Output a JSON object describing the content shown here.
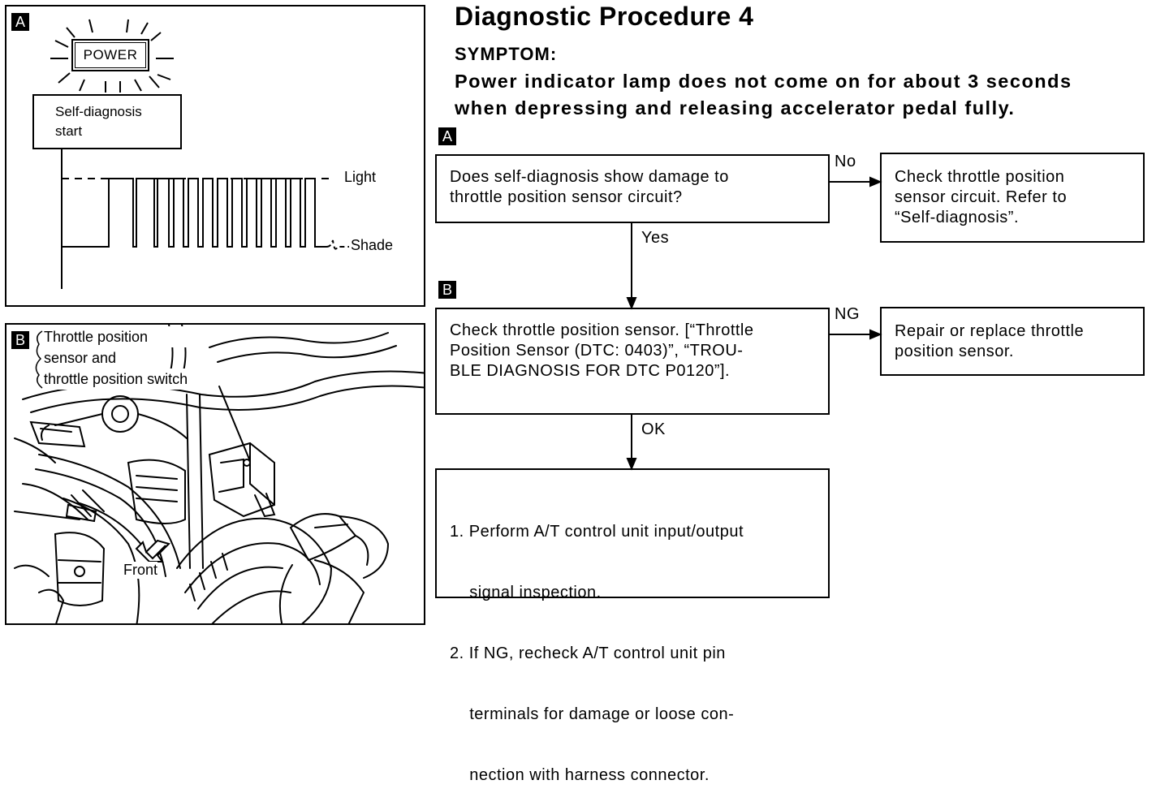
{
  "title": "Diagnostic Procedure 4",
  "symptom": {
    "heading": "SYMPTOM:",
    "lines": [
      "Power indicator lamp does not come on for about 3 seconds",
      "when depressing and releasing accelerator pedal fully."
    ]
  },
  "figure_a": {
    "tag": "A",
    "power_label": "POWER",
    "start_label": [
      "Self-diagnosis",
      "start"
    ],
    "light_label": "Light",
    "shade_label": "Shade"
  },
  "figure_b": {
    "tag": "B",
    "callout": [
      "Throttle position",
      "sensor and",
      "throttle position switch"
    ],
    "front_label": "Front"
  },
  "flow": {
    "step_a_tag": "A",
    "step_b_tag": "B",
    "q1": [
      "Does self-diagnosis show damage to",
      "throttle position sensor circuit?"
    ],
    "q1_no_label": "No",
    "q1_no_action": [
      "Check throttle position",
      "sensor circuit. Refer to",
      "“Self-diagnosis”."
    ],
    "q1_yes_label": "Yes",
    "q2": [
      "Check throttle position sensor. [“Throttle",
      "Position Sensor (DTC: 0403)”, “TROU-",
      "BLE DIAGNOSIS FOR DTC P0120”]."
    ],
    "q2_ng_label": "NG",
    "q2_ng_action": [
      "Repair or replace throttle",
      "position sensor."
    ],
    "q2_ok_label": "OK",
    "final": [
      "1. Perform A/T control unit input/output",
      "    signal inspection.",
      "2. If NG, recheck A/T control unit pin",
      "    terminals for damage or loose con-",
      "    nection with harness connector."
    ]
  }
}
